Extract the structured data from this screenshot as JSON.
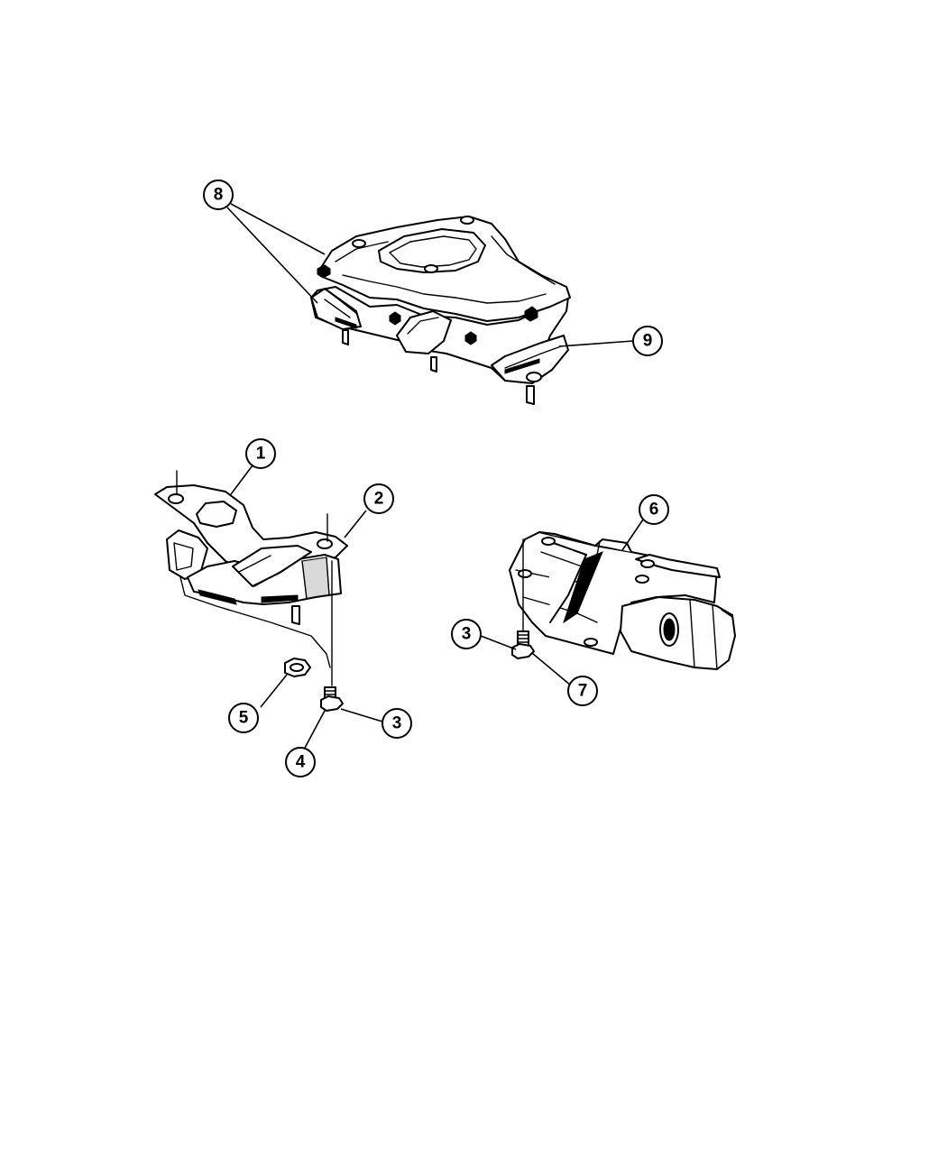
{
  "callouts": {
    "c1": "1",
    "c2": "2",
    "c3a": "3",
    "c3b": "3",
    "c4": "4",
    "c5": "5",
    "c6": "6",
    "c7": "7",
    "c8": "8",
    "c9": "9"
  },
  "colors": {
    "line": "#000000",
    "background": "#ffffff"
  }
}
